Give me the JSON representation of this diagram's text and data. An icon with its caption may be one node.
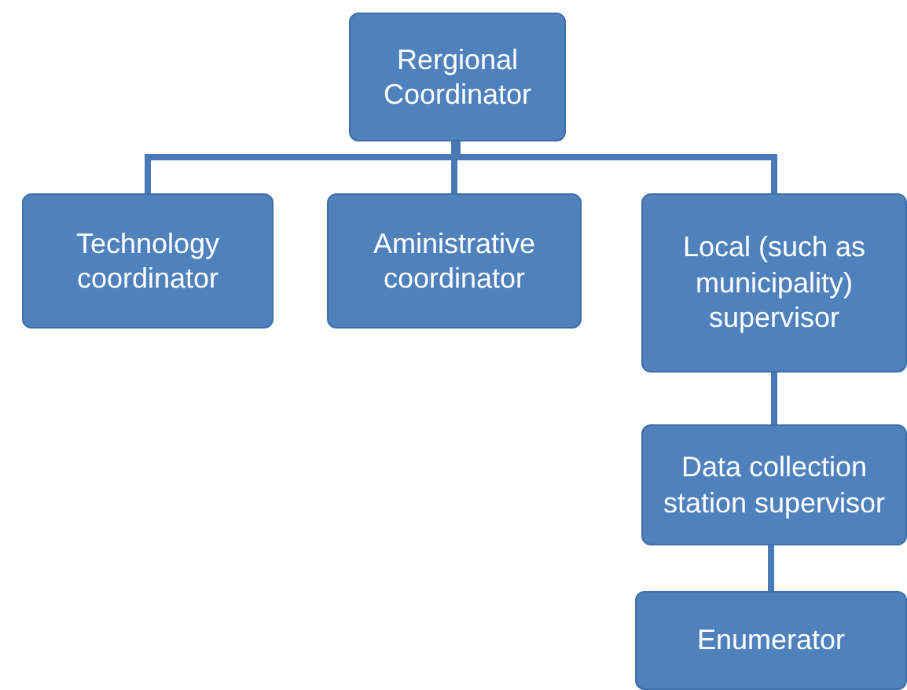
{
  "diagram": {
    "nodes": [
      {
        "text": [
          "Rergional Coordinator"
        ]
      },
      {
        "text": [
          "Technology coordinator"
        ]
      },
      {
        "text": [
          "Aministrative coordinator"
        ]
      },
      {
        "text": [
          "Local (such as municipality) supervisor"
        ]
      },
      {
        "text": [
          "Data collection station supervisor"
        ]
      },
      {
        "text": [
          "Enumerator"
        ]
      }
    ],
    "edges": [
      {
        "from": 0,
        "to": 1,
        "arrow": "none"
      },
      {
        "from": 0,
        "to": 2,
        "arrow": "none"
      },
      {
        "from": 0,
        "to": 3,
        "arrow": "none"
      },
      {
        "from": 3,
        "to": 4,
        "arrow": "none"
      },
      {
        "from": 4,
        "to": 5,
        "arrow": "none"
      }
    ]
  }
}
